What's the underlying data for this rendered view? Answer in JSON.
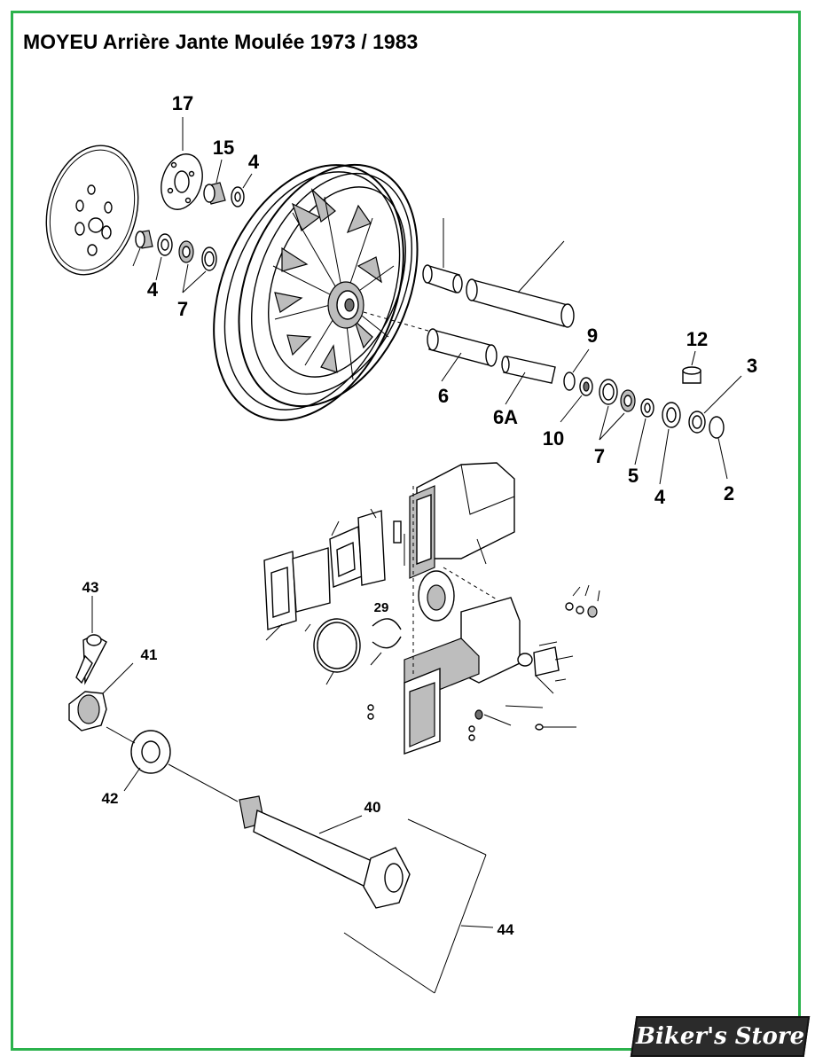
{
  "title": "MOYEU Arrière Jante Moulée 1973 / 1983",
  "logo_text": "Biker's Store",
  "frame_color": "#2bb24c",
  "part_labels": {
    "p17": "17",
    "p15": "15",
    "p4_top": "4",
    "p4_left": "4",
    "p7_left": "7",
    "p9": "9",
    "p12": "12",
    "p3": "3",
    "p6": "6",
    "p6A": "6A",
    "p10": "10",
    "p7_right": "7",
    "p5": "5",
    "p4_right": "4",
    "p2": "2",
    "p29": "29",
    "p43": "43",
    "p41": "41",
    "p42": "42",
    "p40": "40",
    "p44": "44"
  }
}
